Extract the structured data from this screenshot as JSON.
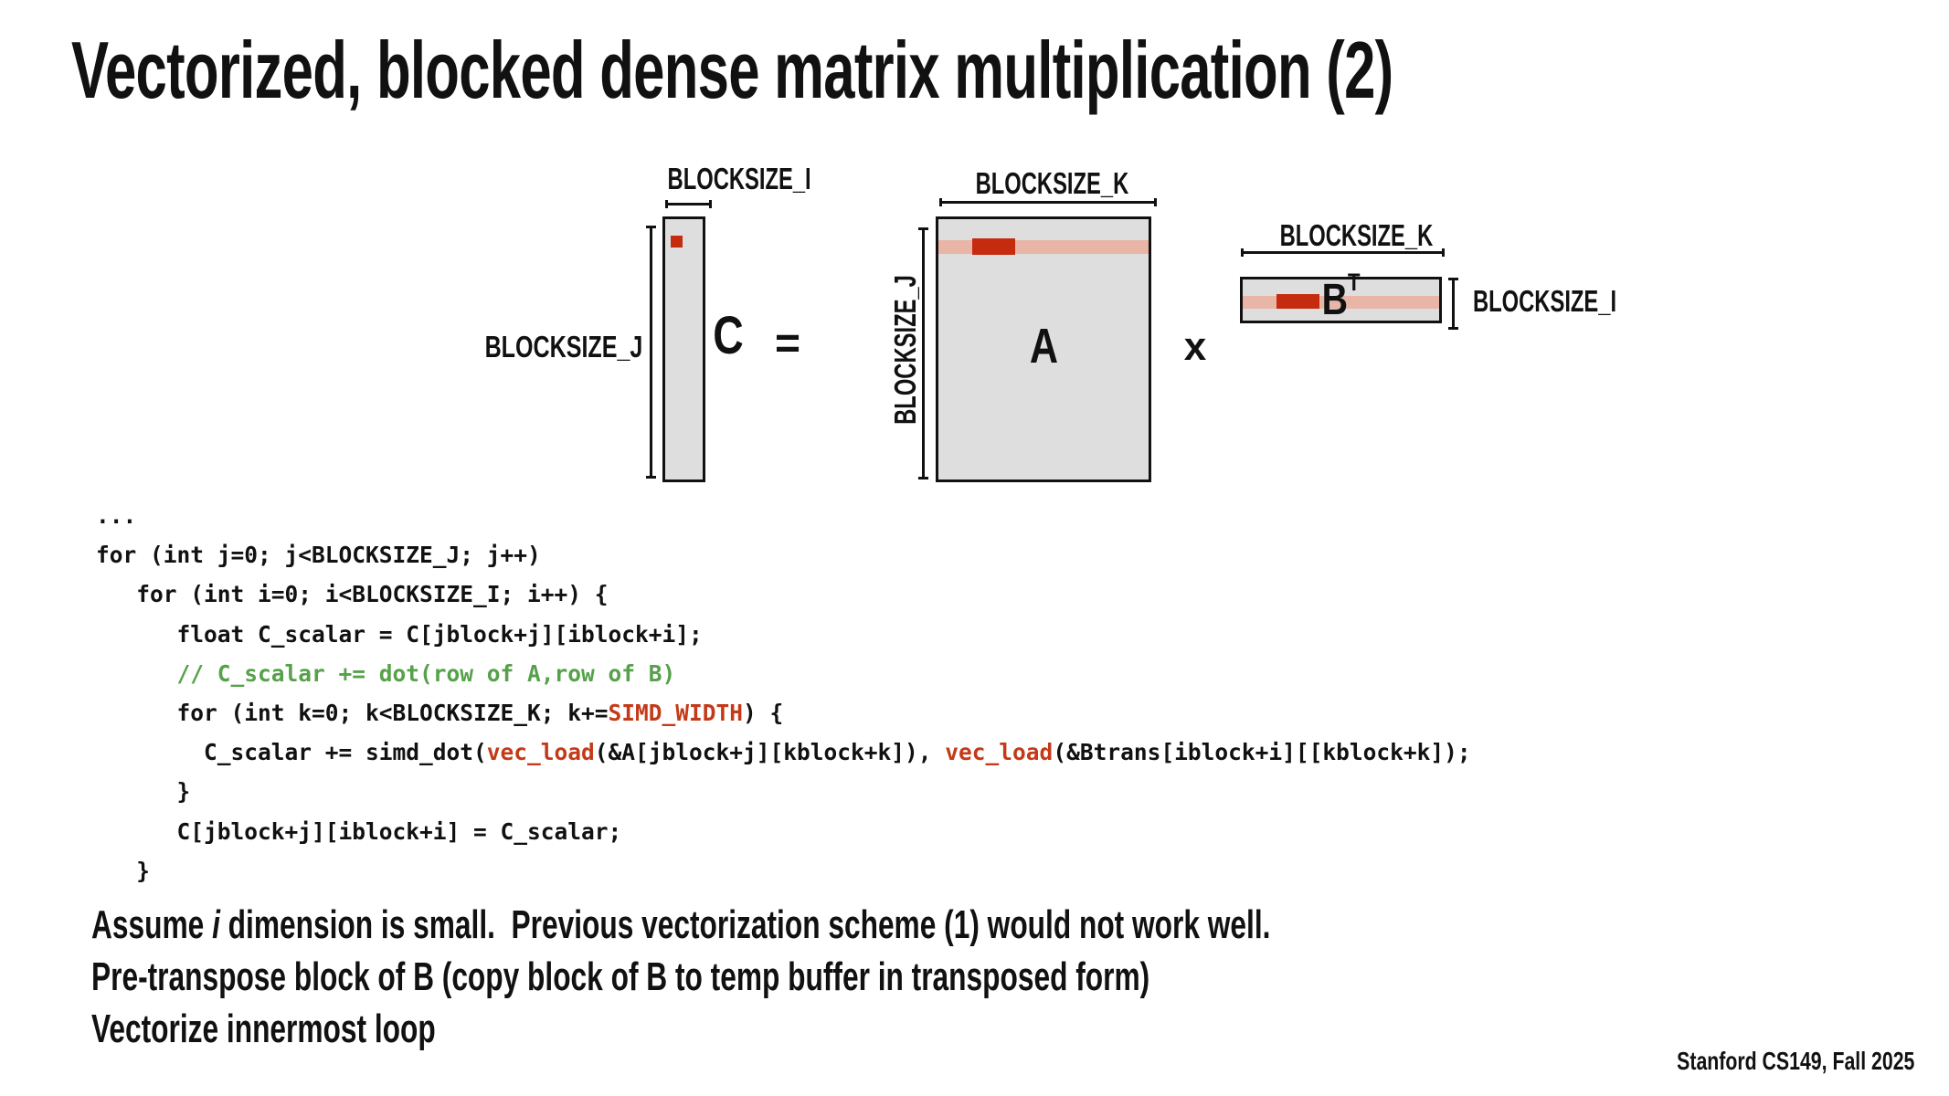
{
  "slide": {
    "title": "Vectorized, blocked dense matrix multiplication (2)",
    "footer": "Stanford CS149, Fall 2025"
  },
  "diagram": {
    "matrix_c": {
      "letter": "C",
      "width_label": "BLOCKSIZE_I",
      "height_label": "BLOCKSIZE_J"
    },
    "equals": "=",
    "matrix_a": {
      "letter": "A",
      "width_label": "BLOCKSIZE_K",
      "height_label": "BLOCKSIZE_J"
    },
    "times": "x",
    "matrix_b": {
      "letter": "B",
      "superscript": "T",
      "width_label": "BLOCKSIZE_K",
      "height_label": "BLOCKSIZE_I"
    },
    "colors": {
      "matrix_fill": "#dedede",
      "matrix_border": "#111111",
      "highlight_red": "#c52b0f",
      "highlight_pink": "#e8b5a6"
    }
  },
  "code": {
    "colors": {
      "default": "#111111",
      "comment_green": "#56a14a",
      "token_red": "#c43a18"
    },
    "lines": [
      {
        "text": "..."
      },
      {
        "text": "for (int j=0; j<BLOCKSIZE_J; j++)"
      },
      {
        "text": "   for (int i=0; i<BLOCKSIZE_I; i++) {"
      },
      {
        "text": "      float C_scalar = C[jblock+j][iblock+i];"
      },
      {
        "comment": "      // C_scalar += dot(row of A,row of B)"
      },
      {
        "pre": "      for (int k=0; k<BLOCKSIZE_K; k+=",
        "red": "SIMD_WIDTH",
        "post": ") {"
      },
      {
        "pre": "        C_scalar += simd_dot(",
        "red_a": "vec_load",
        "mid": "(&A[jblock+j][kblock+k]), ",
        "red_b": "vec_load",
        "post": "(&Btrans[iblock+i][[kblock+k]);"
      },
      {
        "text": "      }"
      },
      {
        "text": "      C[jblock+j][iblock+i] = C_scalar;"
      },
      {
        "text": "   }"
      }
    ]
  },
  "notes": {
    "line1_pre": "Assume ",
    "line1_italic": "i",
    "line1_post": " dimension is small.  Previous vectorization scheme (1) would not work well.",
    "line2": "Pre-transpose block of B (copy block of B to temp buffer in transposed form)",
    "line3": "Vectorize innermost loop"
  }
}
